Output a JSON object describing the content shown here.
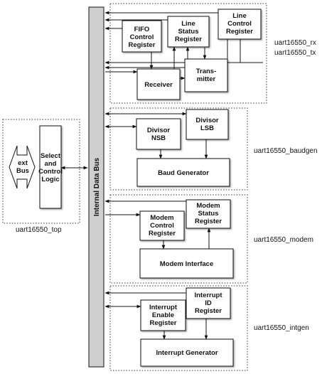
{
  "blocks": {
    "fifo": [
      "FIFO",
      "Control",
      "Register"
    ],
    "line_status": [
      "Line",
      "Status",
      "Register"
    ],
    "line_control": [
      "Line",
      "Control",
      "Register"
    ],
    "receiver": [
      "Receiver"
    ],
    "transmitter": [
      "Trans-",
      "mitter"
    ],
    "divisor_nsb": [
      "Divisor",
      "NSB"
    ],
    "divisor_lsb": [
      "Divisor",
      "LSB"
    ],
    "baud_generator": [
      "Baud Generator"
    ],
    "modem_control": [
      "Modem",
      "Control",
      "Register"
    ],
    "modem_status": [
      "Modem",
      "Status",
      "Register"
    ],
    "modem_interface": [
      "Modem Interface"
    ],
    "interrupt_enable": [
      "Interrupt",
      "Enable",
      "Register"
    ],
    "interrupt_id": [
      "Interrupt",
      "ID",
      "Register"
    ],
    "interrupt_generator": [
      "Interrupt Generator"
    ],
    "select_control": [
      "Select",
      "and",
      "Control",
      "Logic"
    ],
    "ext_bus": [
      "ext",
      "Bus"
    ]
  },
  "bus_label": "Internal Data Bus",
  "module_labels": {
    "rx": "uart16550_rx",
    "tx": "uart16550_tx",
    "baudgen": "uart16550_baudgen",
    "modem": "uart16550_modem",
    "intgen": "uart16550_intgen",
    "top": "uart16550_top"
  }
}
